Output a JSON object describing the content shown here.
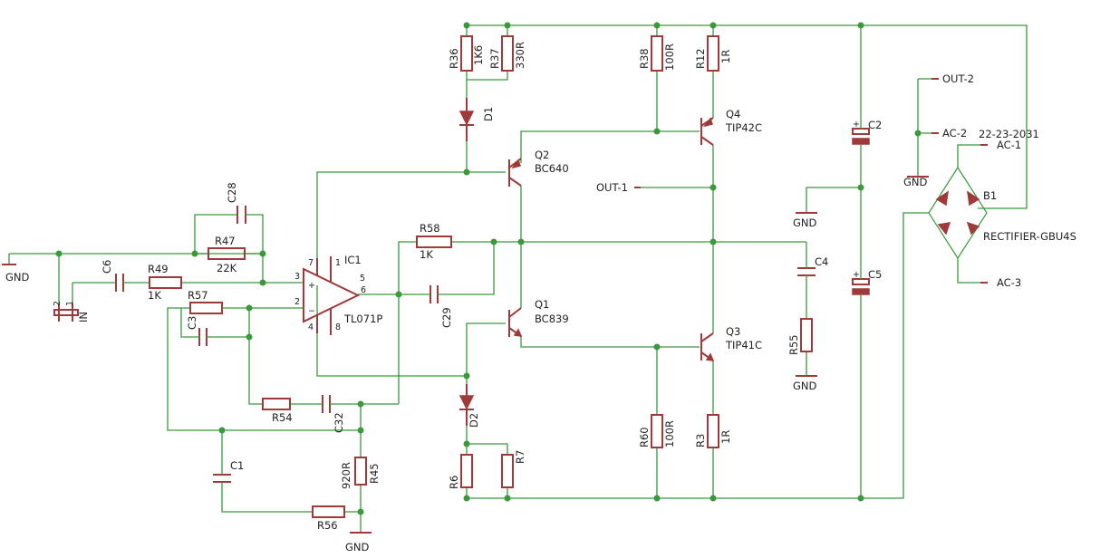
{
  "components": {
    "R36": {
      "ref": "R36",
      "value": "1K6"
    },
    "R37": {
      "ref": "R37",
      "value": "330R"
    },
    "R38": {
      "ref": "R38",
      "value": "100R"
    },
    "R12": {
      "ref": "R12",
      "value": "1R"
    },
    "D1": {
      "ref": "D1"
    },
    "D2": {
      "ref": "D2"
    },
    "Q1": {
      "ref": "Q1",
      "value": "BC839"
    },
    "Q2": {
      "ref": "Q2",
      "value": "BC640"
    },
    "Q3": {
      "ref": "Q3",
      "value": "TIP41C"
    },
    "Q4": {
      "ref": "Q4",
      "value": "TIP42C"
    },
    "C1": {
      "ref": "C1"
    },
    "C2": {
      "ref": "C2"
    },
    "C3": {
      "ref": "C3"
    },
    "C4": {
      "ref": "C4"
    },
    "C5": {
      "ref": "C5"
    },
    "C6": {
      "ref": "C6"
    },
    "C28": {
      "ref": "C28"
    },
    "C29": {
      "ref": "C29"
    },
    "C32": {
      "ref": "C32"
    },
    "R47": {
      "ref": "R47",
      "value": "22K"
    },
    "R49": {
      "ref": "R49",
      "value": "1K"
    },
    "R57": {
      "ref": "R57"
    },
    "R58": {
      "ref": "R58",
      "value": "1K"
    },
    "R54": {
      "ref": "R54"
    },
    "R45": {
      "ref": "R45",
      "value": "920R"
    },
    "R56": {
      "ref": "R56"
    },
    "R6": {
      "ref": "R6"
    },
    "R7": {
      "ref": "R7"
    },
    "R60": {
      "ref": "R60",
      "value": "100R"
    },
    "R3": {
      "ref": "R3",
      "value": "1R"
    },
    "R55": {
      "ref": "R55"
    },
    "IC1": {
      "ref": "IC1",
      "value": "TL071P"
    },
    "B1": {
      "ref": "B1",
      "value": "RECTIFIER-GBU4S",
      "part_number": "22-23-2031"
    },
    "IN": {
      "ref": "IN"
    }
  },
  "ic_pins": {
    "p1": "1",
    "p2": "2",
    "p3": "3",
    "p4": "4",
    "p5": "5",
    "p6": "6",
    "p7": "7",
    "p8": "8",
    "plus": "+",
    "minus": "−"
  },
  "connector_pins": {
    "p1": "1",
    "p2": "2"
  },
  "nets": {
    "gnd": "GND",
    "out1": "OUT-1",
    "out2": "OUT-2",
    "ac1": "AC-1",
    "ac2": "AC-2",
    "ac3": "AC-3"
  },
  "colors": {
    "wire": "#3a9a3a",
    "component": "#a03a3a",
    "background": "#ffffff"
  }
}
